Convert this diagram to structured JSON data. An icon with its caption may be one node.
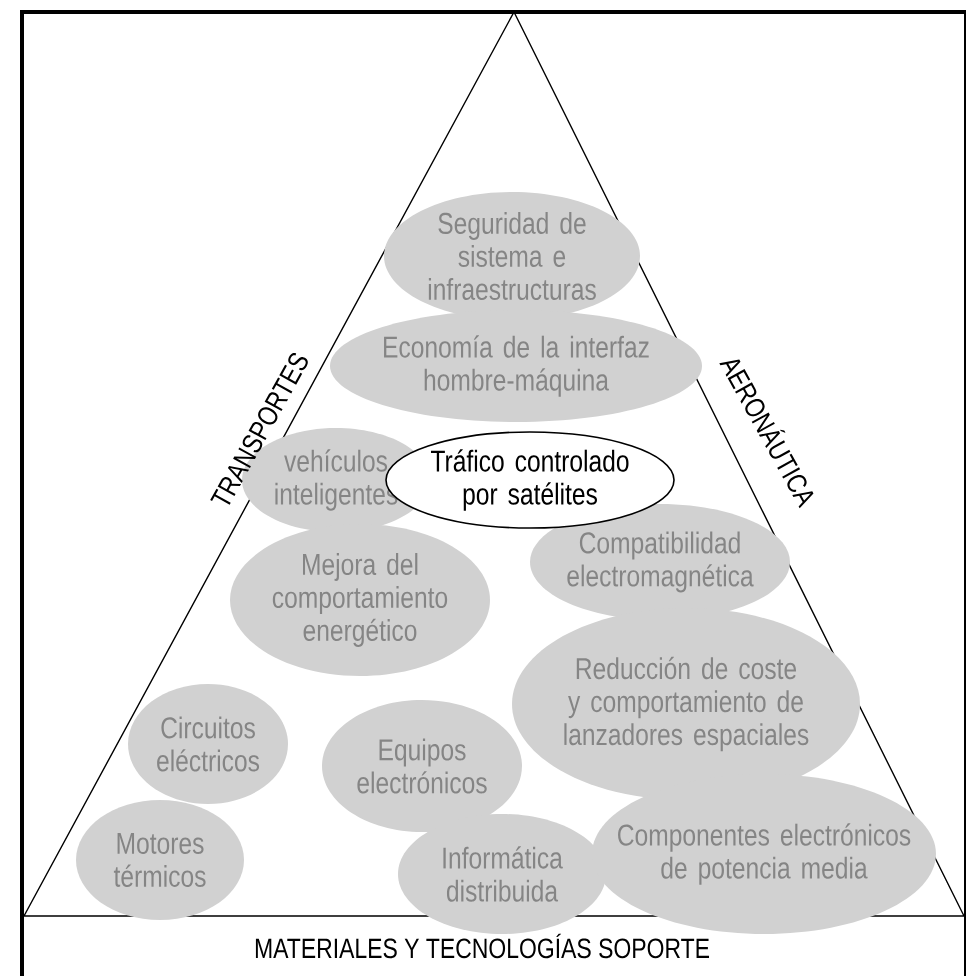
{
  "diagram": {
    "nodes": [
      {
        "text": [
          "Seguridad de sistema e infraestructuras"
        ]
      },
      {
        "text": [
          "Economía de la interfaz hombre-máquina"
        ]
      },
      {
        "text": [
          "vehículos inteligentes"
        ]
      },
      {
        "text": [
          "Compatibilidad electromagnética"
        ]
      },
      {
        "text": [
          "Tráfico controlado por satélites"
        ]
      },
      {
        "text": [
          "Mejora del comportamiento energético"
        ]
      },
      {
        "text": [
          "Reducción de coste y comportamiento de lanzadores espaciales"
        ]
      },
      {
        "text": [
          "Circuitos eléctricos"
        ]
      },
      {
        "text": [
          "Equipos electrónicos"
        ]
      },
      {
        "text": [
          "Motores térmicos"
        ]
      },
      {
        "text": [
          "Informática distribuida"
        ]
      },
      {
        "text": [
          "Componentes electrónicos de potencia media"
        ]
      }
    ],
    "labels": [
      "TRANSPORTES",
      "AERONÁUTICA",
      "MATERIALES Y TECNOLOGÍAS SOPORTE"
    ]
  }
}
